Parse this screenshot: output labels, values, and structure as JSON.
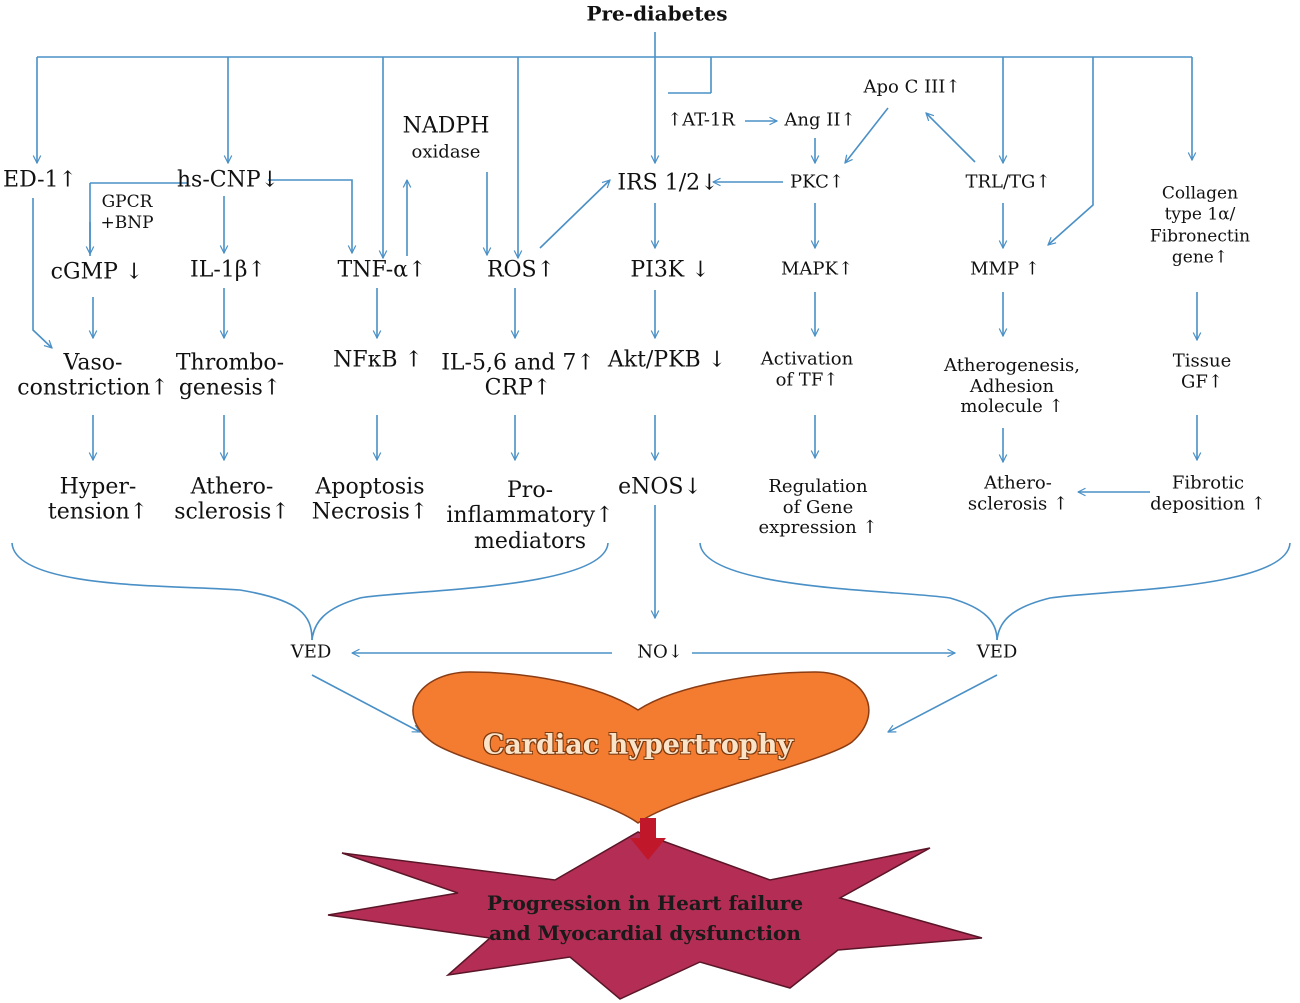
{
  "title": "Pre-diabetes",
  "nodes": {
    "ed1": "ED-1↑",
    "hscnp": "hs-CNP↓",
    "gpcr": "GPCR\n+BNP",
    "cgmp": "cGMP ↓",
    "vaso": "Vaso-\nconstriction↑",
    "hyper": "Hyper-\ntension↑",
    "il1b": "IL-1β↑",
    "thrombo": "Thrombo-\ngenesis↑",
    "athero1": "Athero-\nsclerosis↑",
    "tnfa": "TNF-α↑",
    "nfkb": "NFκB ↑",
    "apoptosis": "Apoptosis\nNecrosis↑",
    "nadph": "NADPH",
    "oxidase": "oxidase",
    "ros": "ROS↑",
    "il5": "IL-5,6 and 7↑\nCRP↑",
    "proinf": "Pro-\ninflammatory↑\nmediators",
    "at1r": "↑AT-1R",
    "angii": "Ang II↑",
    "apociii": "Apo C III↑",
    "irs": "IRS 1/2↓",
    "pkc": "PKC↑",
    "trltg": "TRL/TG↑",
    "collagen": "Collagen\ntype 1α/\nFibronectin\ngene↑",
    "pi3k": "PI3K ↓",
    "mapk": "MAPK↑",
    "mmp": "MMP ↑",
    "akt": "Akt/PKB ↓",
    "activation": "Activation\nof TF↑",
    "atherogenesis": "Atherogenesis,\nAdhesion\nmolecule ↑",
    "tissue": "Tissue\nGF↑",
    "enos": "eNOS↓",
    "regulation": "Regulation\nof Gene\nexpression ↑",
    "athero2": "Athero-\nsclerosis ↑",
    "fibrotic": "Fibrotic\ndeposition ↑",
    "ved_left": "VED",
    "no": "NO↓",
    "ved_right": "VED"
  },
  "heart_label": "Cardiac hypertrophy",
  "star_label": "Progression in Heart failure\nand Myocardial dysfunction",
  "colors": {
    "arrow": "#4a90c6",
    "heart_fill": "#f47c31",
    "heart_stroke": "#8a3c14",
    "star_fill": "#b32d55",
    "star_stroke": "#5a1628",
    "down_arrow": "#c0182a"
  }
}
